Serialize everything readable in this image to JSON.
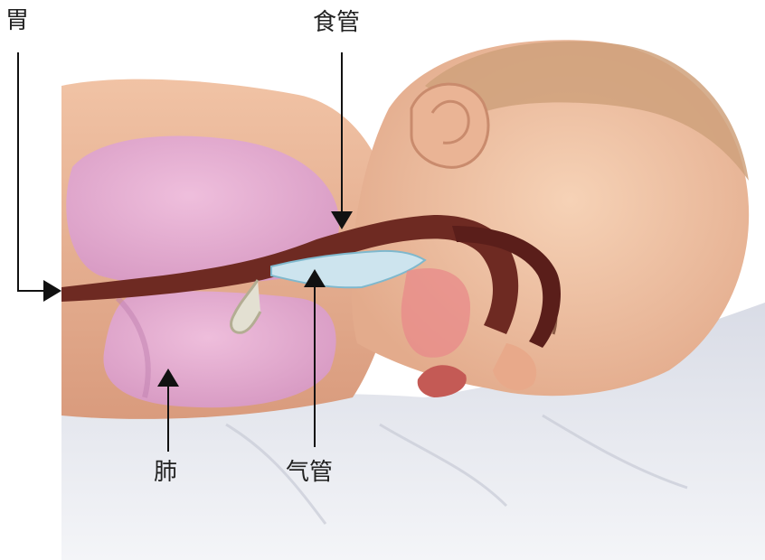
{
  "labels": {
    "stomach": "胃",
    "esophagus": "食管",
    "lung": "肺",
    "trachea": "气管"
  },
  "colors": {
    "skin": "#f2c6a8",
    "skin_shadow": "#dba283",
    "lung": "#e7a9d3",
    "lung_shadow": "#c98bb8",
    "esophagus": "#6b2a22",
    "trachea": "#cfe6ef",
    "hair": "#c99a73",
    "blanket": "#e6e8ef",
    "arrow": "#111111"
  },
  "icons": {
    "arrow_head": "triangle-arrow"
  }
}
